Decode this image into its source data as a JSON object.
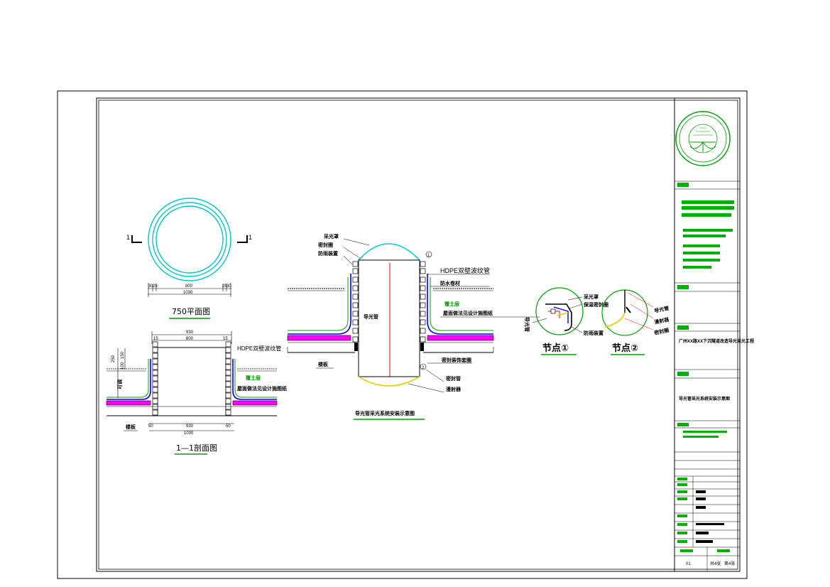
{
  "plan": {
    "title": "750平面图",
    "section_marks": [
      "1",
      "1"
    ],
    "dims": [
      "30",
      "25",
      "800",
      "25",
      "30",
      "1030"
    ]
  },
  "section": {
    "title": "1—1剖面图",
    "dims_top": [
      "930",
      "800",
      "15",
      "15"
    ],
    "dims_left": [
      "250",
      "150",
      "100",
      "可调"
    ],
    "dims_bottom": [
      "50",
      "930",
      "50",
      "1030"
    ],
    "labels": {
      "hdpe": "HDPE双壁波纹管",
      "soil": "覆土层",
      "roof": "屋面做法见设计施图纸",
      "slab": "楼板"
    }
  },
  "install": {
    "title": "导光管采光系统安装示意图",
    "labels": {
      "dome": "采光罩",
      "seal_ring": "密封圈",
      "rain_guard": "防雨装置",
      "hdpe": "HDPE双壁波纹管",
      "membrane": "防水卷材",
      "soil": "覆土层",
      "roof": "屋面做法见设计施图纸",
      "tube": "导光管",
      "slab": "楼板",
      "trim": "密封装饰套圈",
      "seal_tube": "密封管",
      "diffuser": "漫射器"
    },
    "markers": [
      "1",
      "2"
    ]
  },
  "node1": {
    "title": "节点①",
    "labels": [
      "采光罩",
      "保温密封圈",
      "防雨装置",
      "导光管"
    ]
  },
  "node2": {
    "title": "节点②",
    "labels": [
      "导光管",
      "漫射器",
      "密封圈"
    ]
  },
  "title_block": {
    "project": "广州XX路XX下沉隧道改造导光采光工程",
    "drawing": "导光管采光系统安装示意图",
    "sheet_no": "01",
    "total": "共4张",
    "current": "第4张"
  },
  "colors": {
    "green": "#00a000",
    "blue": "#0000ff",
    "magenta": "#ff00ff",
    "red": "#ff0000",
    "yellow": "#e0d000",
    "cyan": "#00b0c0"
  }
}
